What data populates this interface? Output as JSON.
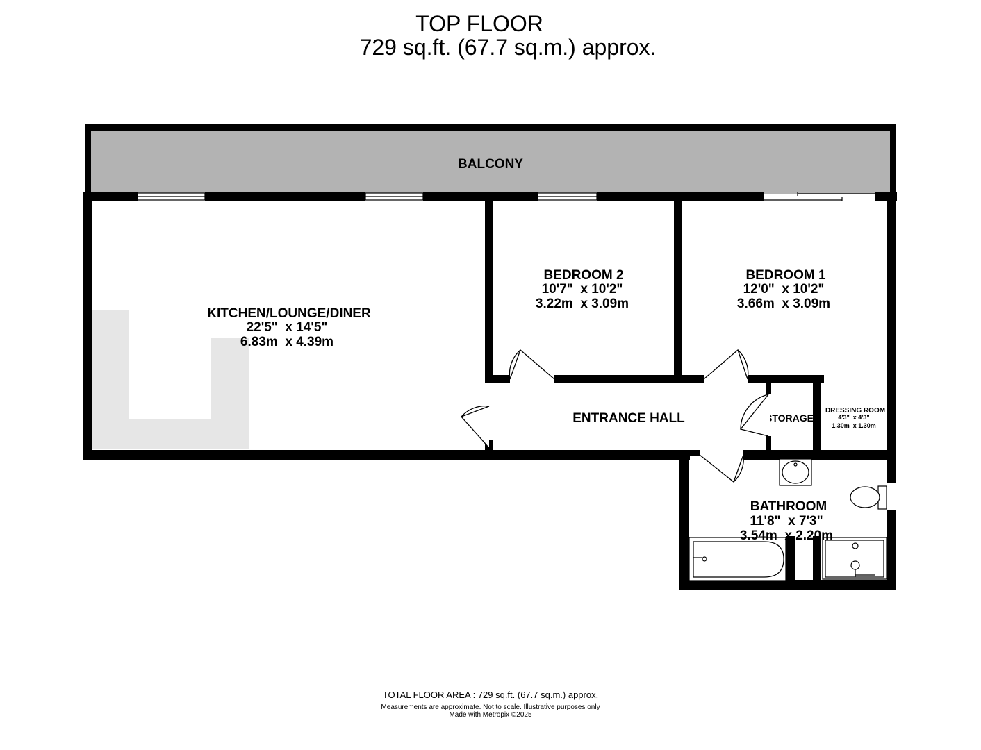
{
  "header": {
    "floor": "TOP FLOOR",
    "area": "729 sq.ft. (67.7 sq.m.) approx."
  },
  "rooms": {
    "balcony": {
      "name": "BALCONY"
    },
    "kitchen": {
      "name": "KITCHEN/LOUNGE/DINER",
      "imperial": "22'5\"  x 14'5\"",
      "metric": "6.83m  x 4.39m"
    },
    "bedroom2": {
      "name": "BEDROOM 2",
      "imperial": "10'7\"  x 10'2\"",
      "metric": "3.22m  x 3.09m"
    },
    "bedroom1": {
      "name": "BEDROOM 1",
      "imperial": "12'0\"  x 10'2\"",
      "metric": "3.66m  x 3.09m"
    },
    "hall": {
      "name": "ENTRANCE HALL"
    },
    "storage": {
      "name": "STORAGE"
    },
    "dressing": {
      "name": "DRESSING ROOM",
      "imperial": "4'3\"  x 4'3\"",
      "metric": "1.30m  x 1.30m"
    },
    "bathroom": {
      "name": "BATHROOM",
      "imperial": "11'8\"  x 7'3\"",
      "metric": "3.54m  x 2.20m"
    }
  },
  "footer": {
    "total": "TOTAL FLOOR AREA : 729 sq.ft. (67.7 sq.m.) approx.",
    "disclaimer": "Measurements are approximate.  Not to scale.  Illustrative purposes only",
    "credit": "Made with Metropix ©2025"
  },
  "colors": {
    "wall": "#000000",
    "balcony_fill": "#b3b3b3",
    "kitchen_units": "#e6e6e6"
  }
}
